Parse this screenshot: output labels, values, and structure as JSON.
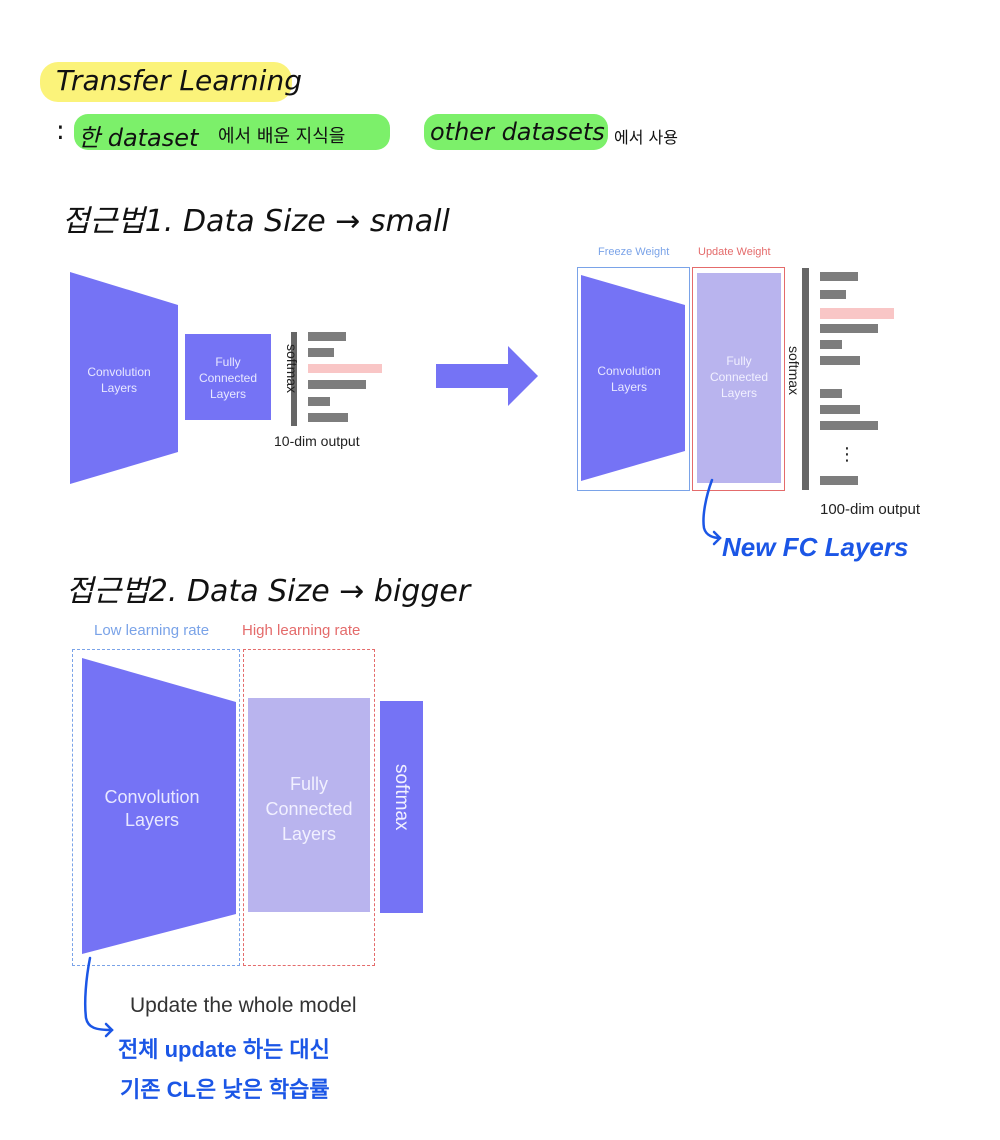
{
  "title": {
    "main": "Transfer Learning",
    "subtitle_prefix": ":",
    "subtitle_part1": "한 dataset",
    "subtitle_part2": "에서 배운 지식을",
    "subtitle_part3": "other datasets",
    "subtitle_part4": "에서 사용"
  },
  "approach1": {
    "heading": "접근법1. Data Size → small",
    "left": {
      "conv_label": "Convolution\nLayers",
      "fc_label": "Fully\nConnected\nLayers",
      "softmax": "softmax",
      "output_label": "10-dim output"
    },
    "right": {
      "freeze_label": "Freeze Weight",
      "update_label": "Update Weight",
      "conv_label": "Convolution\nLayers",
      "fc_label": "Fully\nConnected\nLayers",
      "softmax": "softmax",
      "ellipsis": "⋮",
      "output_label": "100-dim output",
      "note": "New FC Layers"
    }
  },
  "approach2": {
    "heading": "접근법2. Data Size → bigger",
    "low_rate": "Low learning rate",
    "high_rate": "High learning rate",
    "conv_label": "Convolution\nLayers",
    "fc_label": "Fully\nConnected\nLayers",
    "softmax": "softmax",
    "caption": "Update the whole model",
    "note_line1": "전체 update 하는 대신",
    "note_line2": "기존 CL은 낮은 학습률"
  },
  "colors": {
    "conv": "#7573f5",
    "fc_light": "#b9b4ee",
    "blue": "#7aa3e8",
    "red": "#e46b6b",
    "note_blue": "#1b56e6",
    "highlight_yellow": "#fbf37a",
    "highlight_green": "#7cf06a"
  }
}
